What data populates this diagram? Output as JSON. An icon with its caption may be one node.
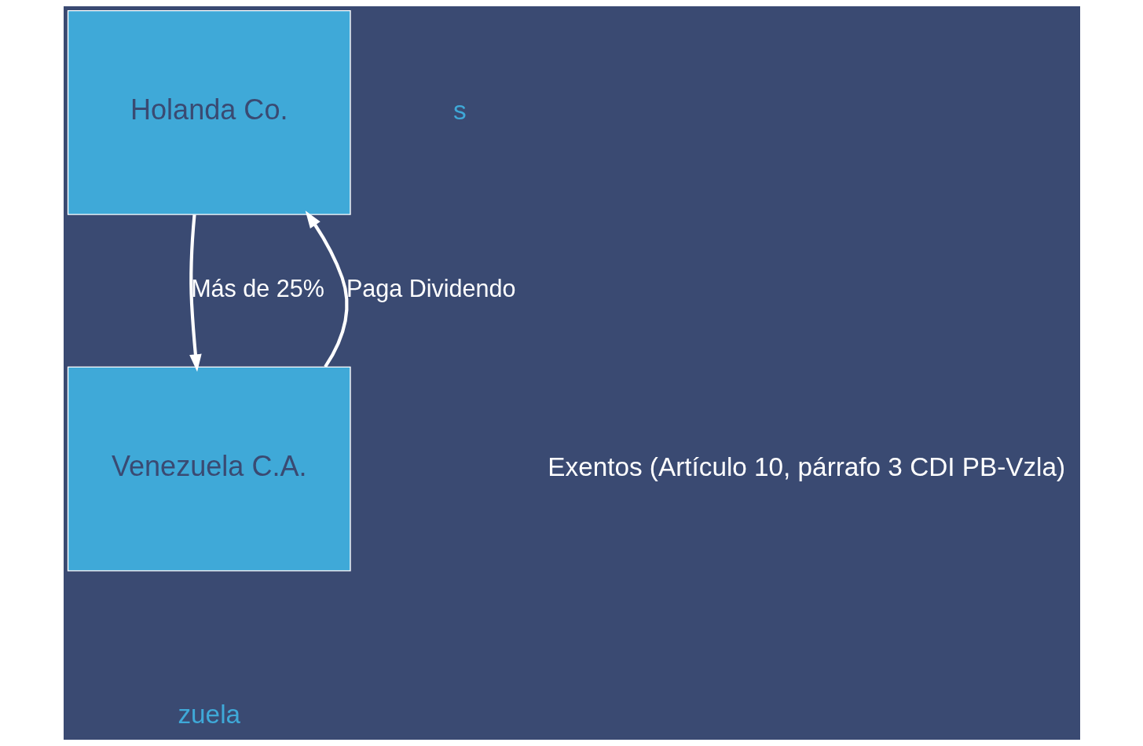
{
  "diagram": {
    "nodes": [
      {
        "text": [
          "Holanda Co."
        ]
      },
      {
        "text": [
          "Venezuela C.A."
        ]
      }
    ],
    "edges": [
      {
        "from": 0,
        "to": 1,
        "arrow": "to",
        "label": "Más de 25%"
      },
      {
        "from": 1,
        "to": 0,
        "arrow": "to",
        "label": "Paga Dividendo"
      }
    ],
    "labels": [
      "s",
      "Exentos (Artículo 10, párrafo 3 CDI PB-Vzla)",
      "zuela"
    ]
  }
}
